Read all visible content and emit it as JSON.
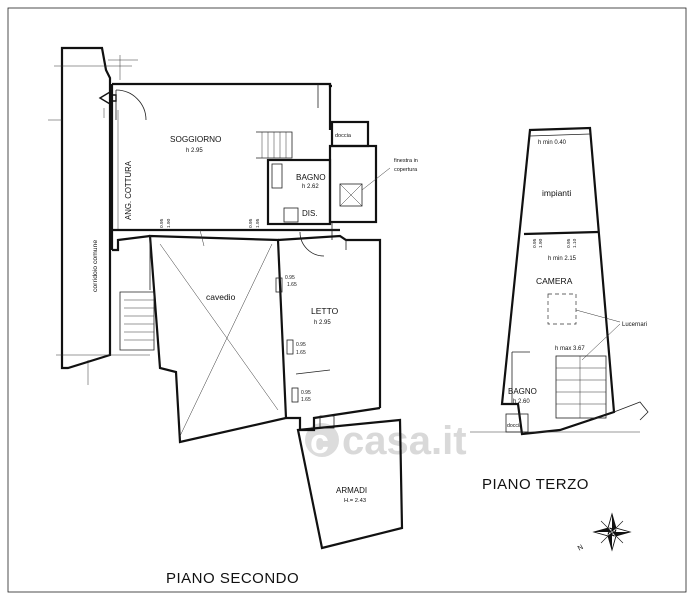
{
  "floors": {
    "second": {
      "title": "PIANO SECONDO",
      "rooms": {
        "corridor": "corridoio comune",
        "kitchen": "ANG. COTTURA",
        "living": "SOGGIORNO",
        "living_h": "h 2.95",
        "bath": "BAGNO",
        "bath_h": "h 2.62",
        "shower": "doccia",
        "dis": "DIS.",
        "courtyard": "cavedio",
        "bedroom": "LETTO",
        "bedroom_h": "h 2.95",
        "wardrobe": "ARMADI",
        "wardrobe_h": "H.= 2.43"
      },
      "roof_window_note_1": "finestra in",
      "roof_window_note_2": "copertura",
      "dims": {
        "d1a": "0.95",
        "d1b": "1.90",
        "d2a": "0.95",
        "d2b": "1.95",
        "d3a": "0.95",
        "d3b": "1.65",
        "d4a": "0.95",
        "d4b": "1.65",
        "d5a": "0.95",
        "d5b": "1.65"
      }
    },
    "third": {
      "title": "PIANO TERZO",
      "rooms": {
        "hmin_top": "h min 0.40",
        "utilities": "impianti",
        "hmin_mid": "h min 2.15",
        "room": "CAMERA",
        "hmax": "h max 3.67",
        "bath": "BAGNO",
        "bath_h": "h 2.60",
        "shower": "doccia"
      },
      "skylights": "Lucernari",
      "dims": {
        "d1a": "0.95",
        "d1b": "1.90",
        "d2a": "0.95",
        "d2b": "1.10"
      }
    }
  },
  "watermark": "casa.it",
  "compass_letter": "N"
}
